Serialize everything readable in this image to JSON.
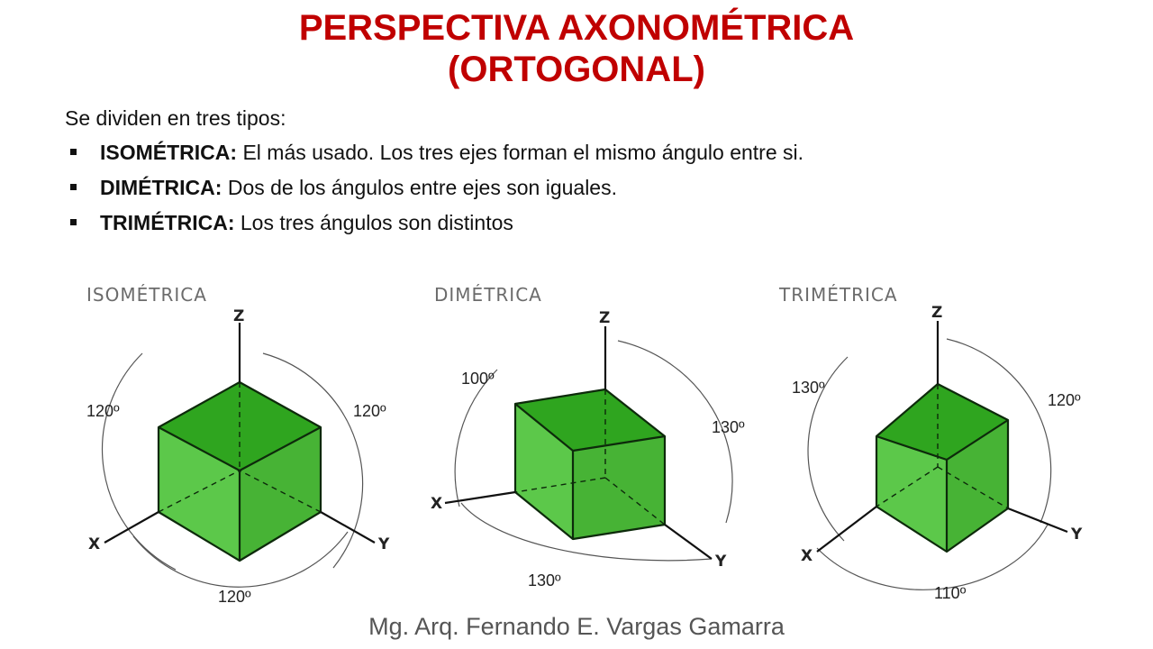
{
  "title": {
    "line1": "PERSPECTIVA AXONOMÉTRICA",
    "line2": "(ORTOGONAL)"
  },
  "intro": "Se dividen en tres tipos:",
  "bullets": [
    {
      "term": "ISOMÉTRICA:",
      "text": " El más usado. Los tres ejes forman el mismo ángulo entre si."
    },
    {
      "term": "DIMÉTRICA:",
      "text": " Dos de los ángulos entre ejes son iguales."
    },
    {
      "term": "TRIMÉTRICA:",
      "text": " Los tres ángulos son distintos"
    }
  ],
  "figures": {
    "iso": {
      "label": "ISOMÉTRICA",
      "angle_left": "120º",
      "angle_right": "120º",
      "angle_bottom": "120º"
    },
    "di": {
      "label": "DIMÉTRICA",
      "angle_left": "100º",
      "angle_right": "130º",
      "angle_bottom": "130º"
    },
    "tri": {
      "label": "TRIMÉTRICA",
      "angle_left": "130º",
      "angle_right": "120º",
      "angle_bottom": "110º"
    }
  },
  "axes": {
    "x": "X",
    "y": "Y",
    "z": "Z"
  },
  "colors": {
    "title": "#c00000",
    "cube_green": "#47b335"
  },
  "footer": "Mg. Arq. Fernando E. Vargas Gamarra"
}
